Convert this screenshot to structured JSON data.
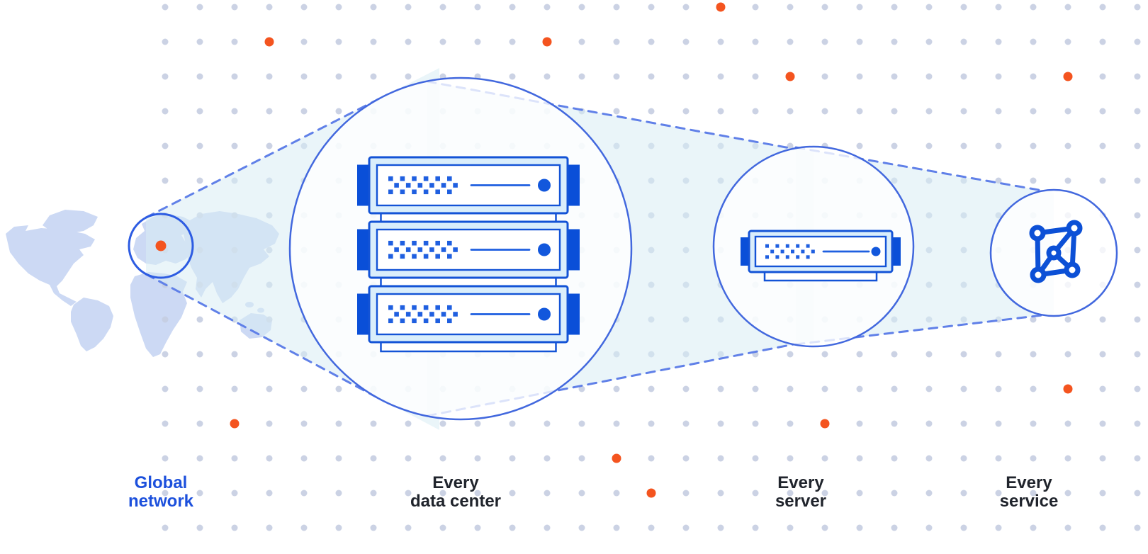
{
  "diagram": {
    "labels": {
      "global_network": {
        "line1": "Global",
        "line2": "network"
      },
      "every_data_center": {
        "line1": "Every",
        "line2": "data center"
      },
      "every_server": {
        "line1": "Every",
        "line2": "server"
      },
      "every_service": {
        "line1": "Every",
        "line2": "service"
      }
    },
    "colors": {
      "accent_orange": "#f4541f",
      "primary_blue": "#1353d6",
      "solid_tab_blue": "#0a4fd8",
      "circle_stroke_blue": "#4268de",
      "dashed_line_blue": "#6080e8",
      "beam_cyan": "#d8edf4",
      "map_blue": "#ccd9f4",
      "server_fill_light": "#daeefb",
      "grid_dot_gray": "#c5cde1",
      "label_blue": "#1c50dc",
      "label_dark": "#20242c"
    },
    "icons": {
      "map_highlight": "location-dot-icon",
      "data_center": "server-rack-icon",
      "server": "server-icon",
      "service": "network-graph-icon"
    }
  }
}
